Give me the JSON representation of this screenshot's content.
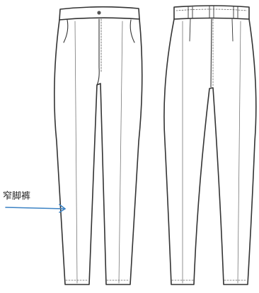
{
  "annotation": {
    "label": "窄脚裤",
    "arrow_color": "#3b82c4"
  },
  "colors": {
    "outline": "#333333",
    "stitch": "#6a6a6a"
  },
  "figures": [
    "front-view-trousers",
    "back-view-trousers"
  ]
}
